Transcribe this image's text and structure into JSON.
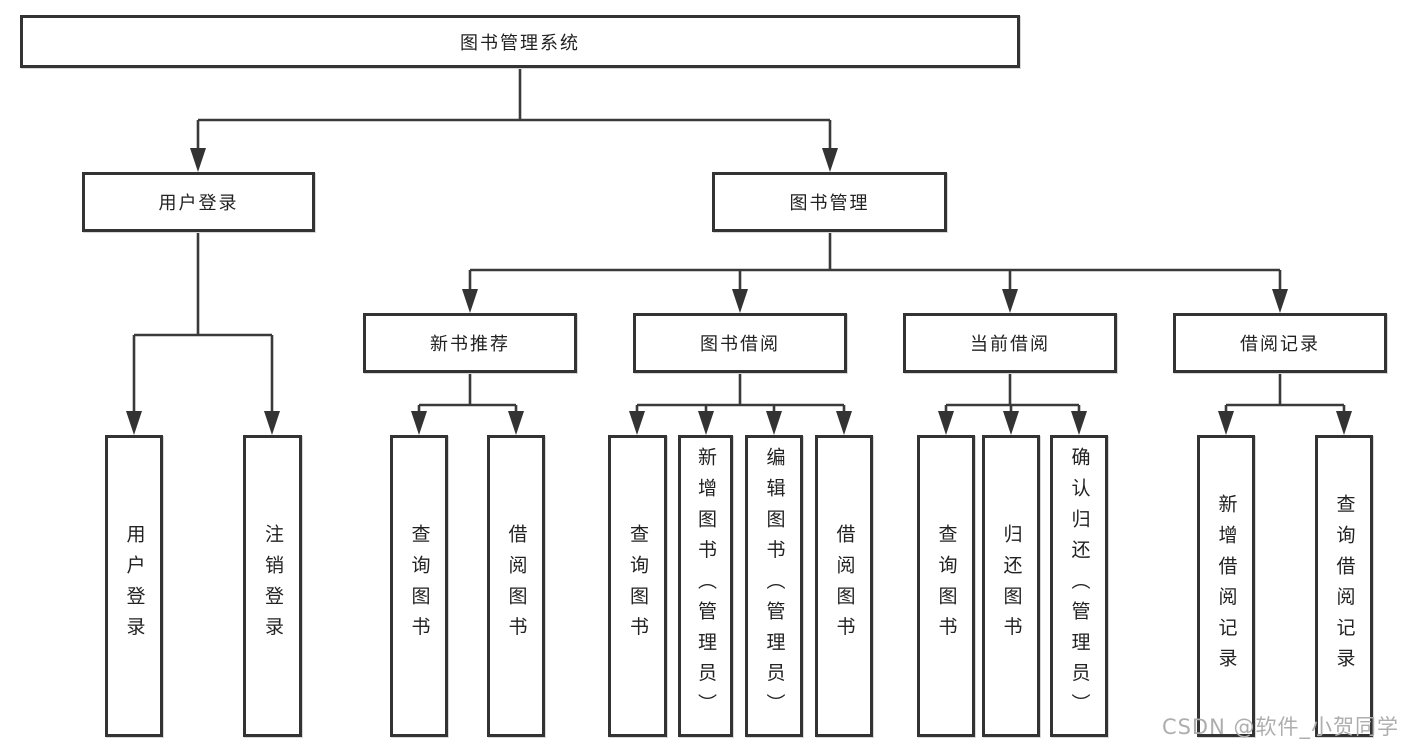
{
  "colors": {
    "background": "#ffffff",
    "box_border": "#333333",
    "connector_line": "#3a3a3a",
    "text": "#222222",
    "watermark": "#aeaeae"
  },
  "watermark": {
    "text": "CSDN @软件_小贺同学"
  },
  "tree": {
    "label": "图书管理系统",
    "children": [
      {
        "label": "用户登录",
        "children": [
          {
            "label": "用户登录"
          },
          {
            "label": "注销登录"
          }
        ]
      },
      {
        "label": "图书管理",
        "children": [
          {
            "label": "新书推荐",
            "children": [
              {
                "label": "查询图书"
              },
              {
                "label": "借阅图书"
              }
            ]
          },
          {
            "label": "图书借阅",
            "children": [
              {
                "label": "查询图书"
              },
              {
                "label": "新增图书（管理员）"
              },
              {
                "label": "编辑图书（管理员）"
              },
              {
                "label": "借阅图书"
              }
            ]
          },
          {
            "label": "当前借阅",
            "children": [
              {
                "label": "查询图书"
              },
              {
                "label": "归还图书"
              },
              {
                "label": "确认归还（管理员）"
              }
            ]
          },
          {
            "label": "借阅记录",
            "children": [
              {
                "label": "新增借阅记录"
              },
              {
                "label": "查询借阅记录"
              }
            ]
          }
        ]
      }
    ]
  }
}
